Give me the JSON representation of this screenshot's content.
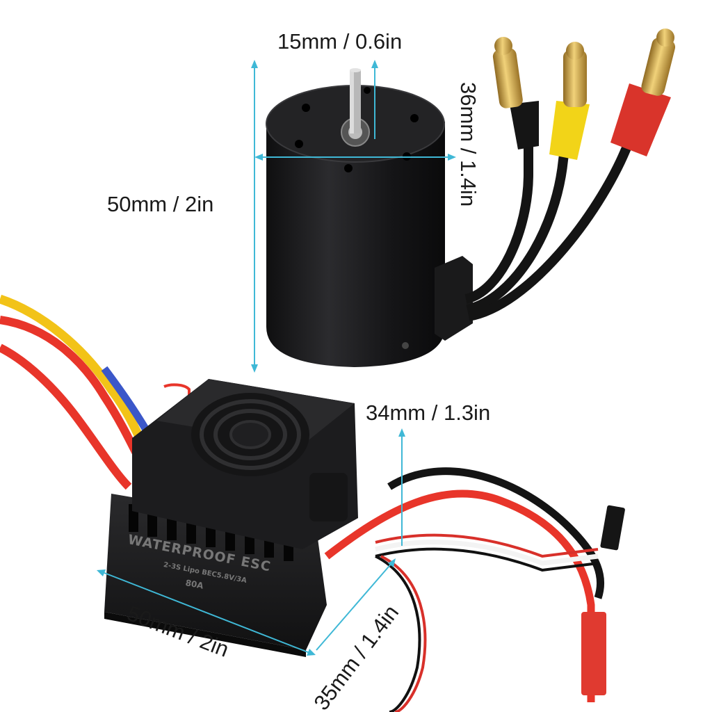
{
  "dimensions": {
    "motor_shaft_width": "15mm / 0.6in",
    "motor_height": "50mm / 2in",
    "motor_diameter": "36mm / 1.4in",
    "esc_height": "34mm / 1.3in",
    "esc_length": "50mm / 2in",
    "esc_width": "35mm / 1.4in"
  },
  "esc_label": {
    "title": "WATERPROOF ESC",
    "spec": "2-3S Lipo BEC5.8V/3A",
    "current": "80A"
  },
  "colors": {
    "dimension_line": "#3fb8d6",
    "motor_body": "#1c1c1e",
    "wire_red": "#e8352a",
    "wire_yellow": "#f2c318",
    "wire_blue": "#3b57c9",
    "connector_gold": "#c9a24a"
  }
}
